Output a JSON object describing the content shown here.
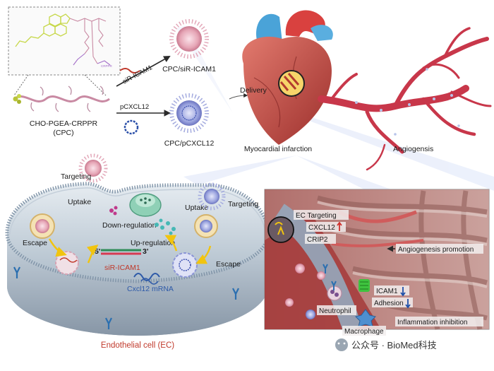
{
  "synthesis": {
    "polymer_name": "CHO-PGEA-CRPPR",
    "polymer_abbrev": "(CPC)",
    "peptide_tag": "CRPPR"
  },
  "complexes": {
    "sirna_label": "siR-ICAM1",
    "plasmid_label": "pCXCL12",
    "top_label": "CPC/siR-ICAM1",
    "bottom_label": "CPC/pCXCL12"
  },
  "heart": {
    "delivery_label": "Delivery",
    "mi_label": "Myocardial infarction",
    "angio_label": "Angiogensis"
  },
  "cell": {
    "targeting_left": "Targeting",
    "targeting_right": "Targeting",
    "uptake_left": "Uptake",
    "uptake_right": "Uptake",
    "escape_left": "Escape",
    "escape_right": "Escape",
    "down_regulation": "Down-regulation",
    "up_regulation": "Up-regulation",
    "strand_5": "5'",
    "strand_3": "3'",
    "sirna_label": "siR-ICAM1",
    "mrna_label": "Cxcl12 mRNA",
    "cell_name": "Endothelial cell (EC)"
  },
  "tissue": {
    "ec_targeting": "EC Targeting",
    "cxcl12": "CXCL12",
    "crip2": "CRIP2",
    "angio_promotion": "Angiogenesis promotion",
    "icam1": "ICAM1",
    "adhesion": "Adhesion",
    "neutrophil": "Neutrophil",
    "macrophage": "Macrophage",
    "inflammation": "Inflammation inhibition"
  },
  "watermark": {
    "text": "公众号 · BioMed科技"
  },
  "colors": {
    "polymer": "#c98aa3",
    "peptide": "#a46fc9",
    "cholesterol": "#c7d84a",
    "sirna_particle": "#e6a6b6",
    "plasmid_particle": "#8b95d6",
    "vessel": "#c8374a",
    "cell_membrane": "#9fb3c4",
    "cell_interior": "#d6dee6",
    "arrow_yellow": "#f1c40f",
    "arrow_red": "#d0312d",
    "arrow_blue": "#1f4fa8"
  }
}
